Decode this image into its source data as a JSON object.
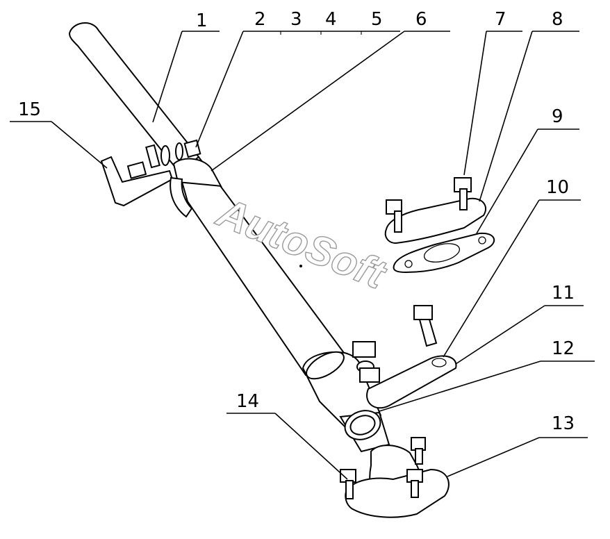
{
  "watermark": "AutoSoft",
  "callouts": [
    {
      "id": "c1",
      "label": "1"
    },
    {
      "id": "c2",
      "label": "2"
    },
    {
      "id": "c3",
      "label": "3"
    },
    {
      "id": "c4",
      "label": "4"
    },
    {
      "id": "c5",
      "label": "5"
    },
    {
      "id": "c6",
      "label": "6"
    },
    {
      "id": "c7",
      "label": "7"
    },
    {
      "id": "c8",
      "label": "8"
    },
    {
      "id": "c9",
      "label": "9"
    },
    {
      "id": "c10",
      "label": "10"
    },
    {
      "id": "c11",
      "label": "11"
    },
    {
      "id": "c12",
      "label": "12"
    },
    {
      "id": "c13",
      "label": "13"
    },
    {
      "id": "c14",
      "label": "14"
    },
    {
      "id": "c15",
      "label": "15"
    }
  ]
}
